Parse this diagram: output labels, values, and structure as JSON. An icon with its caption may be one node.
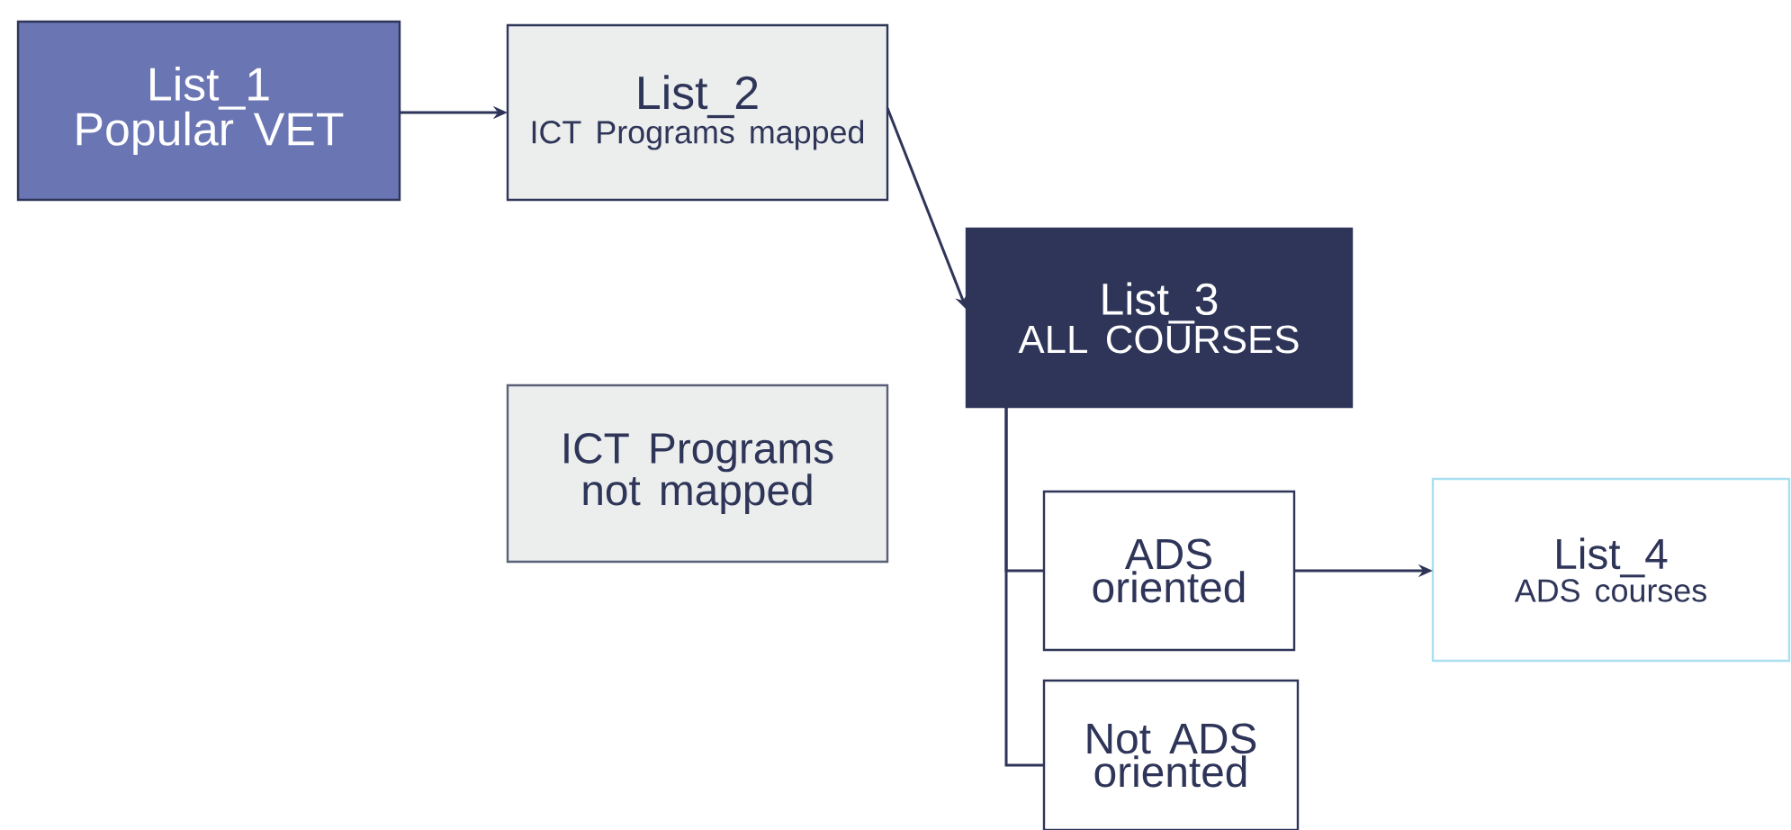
{
  "diagram": {
    "nodes": [
      {
        "text": [
          "List_1",
          "Popular VET"
        ]
      },
      {
        "text": [
          "List_2",
          "ICT Programs mapped"
        ]
      },
      {
        "text": [
          "ICT Programs not mapped"
        ]
      },
      {
        "text": [
          "List_3",
          "ALL COURSES"
        ]
      },
      {
        "text": [
          "ADS oriented"
        ]
      },
      {
        "text": [
          "Not ADS oriented"
        ]
      },
      {
        "text": [
          "List_4",
          "ADS courses"
        ]
      }
    ],
    "edges": [
      {
        "from": 0,
        "to": 1,
        "arrow": "to"
      },
      {
        "from": 1,
        "to": 3,
        "arrow": "to"
      },
      {
        "from": 3,
        "to": 4,
        "arrow": "none"
      },
      {
        "from": 3,
        "to": 5,
        "arrow": "none"
      },
      {
        "from": 4,
        "to": 6,
        "arrow": "to"
      }
    ]
  }
}
